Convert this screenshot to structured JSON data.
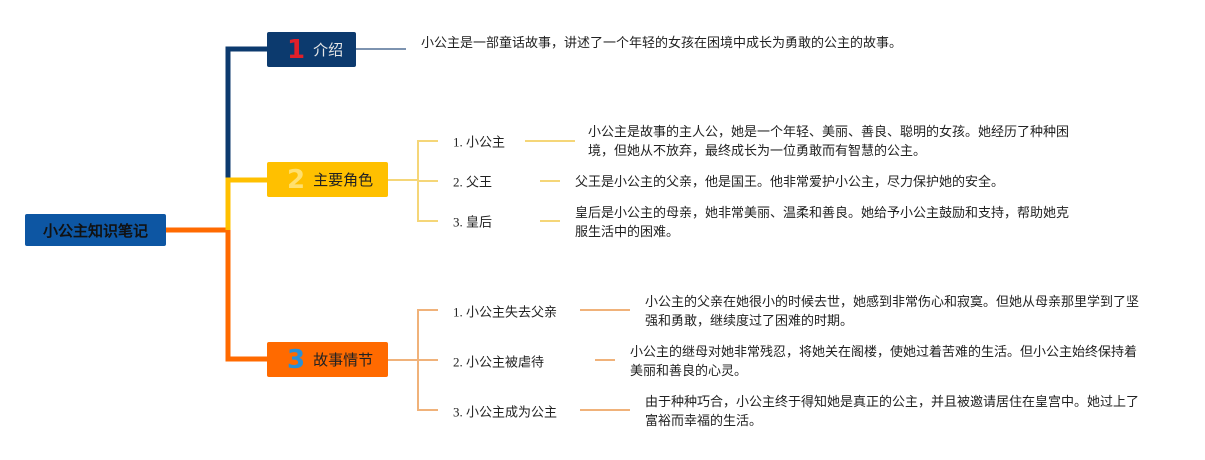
{
  "root": {
    "label": "小公主知识笔记"
  },
  "topics": [
    {
      "num": "1",
      "label": "介绍",
      "color": "#0c3a6e",
      "desc": "小公主是一部童话故事，讲述了一个年轻的女孩在困境中成长为勇敢的公主的故事。"
    },
    {
      "num": "2",
      "label": "主要角色",
      "color": "#ffc000",
      "children": [
        {
          "label": "1. 小公主",
          "desc": "小公主是故事的主人公，她是一个年轻、美丽、善良、聪明的女孩。她经历了种种困境，但她从不放弃，最终成长为一位勇敢而有智慧的公主。"
        },
        {
          "label": "2. 父王",
          "desc": "父王是小公主的父亲，他是国王。他非常爱护小公主，尽力保护她的安全。"
        },
        {
          "label": "3. 皇后",
          "desc": "皇后是小公主的母亲，她非常美丽、温柔和善良。她给予小公主鼓励和支持，帮助她克服生活中的困难。"
        }
      ]
    },
    {
      "num": "3",
      "label": "故事情节",
      "color": "#ff6a00",
      "children": [
        {
          "label": "1. 小公主失去父亲",
          "desc": "小公主的父亲在她很小的时候去世，她感到非常伤心和寂寞。但她从母亲那里学到了坚强和勇敢，继续度过了困难的时期。"
        },
        {
          "label": "2. 小公主被虐待",
          "desc": "小公主的继母对她非常残忍，将她关在阁楼，使她过着苦难的生活。但小公主始终保持着美丽和善良的心灵。"
        },
        {
          "label": "3. 小公主成为公主",
          "desc": "由于种种巧合，小公主终于得知她是真正的公主，并且被邀请居住在皇宫中。她过上了富裕而幸福的生活。"
        }
      ]
    }
  ]
}
